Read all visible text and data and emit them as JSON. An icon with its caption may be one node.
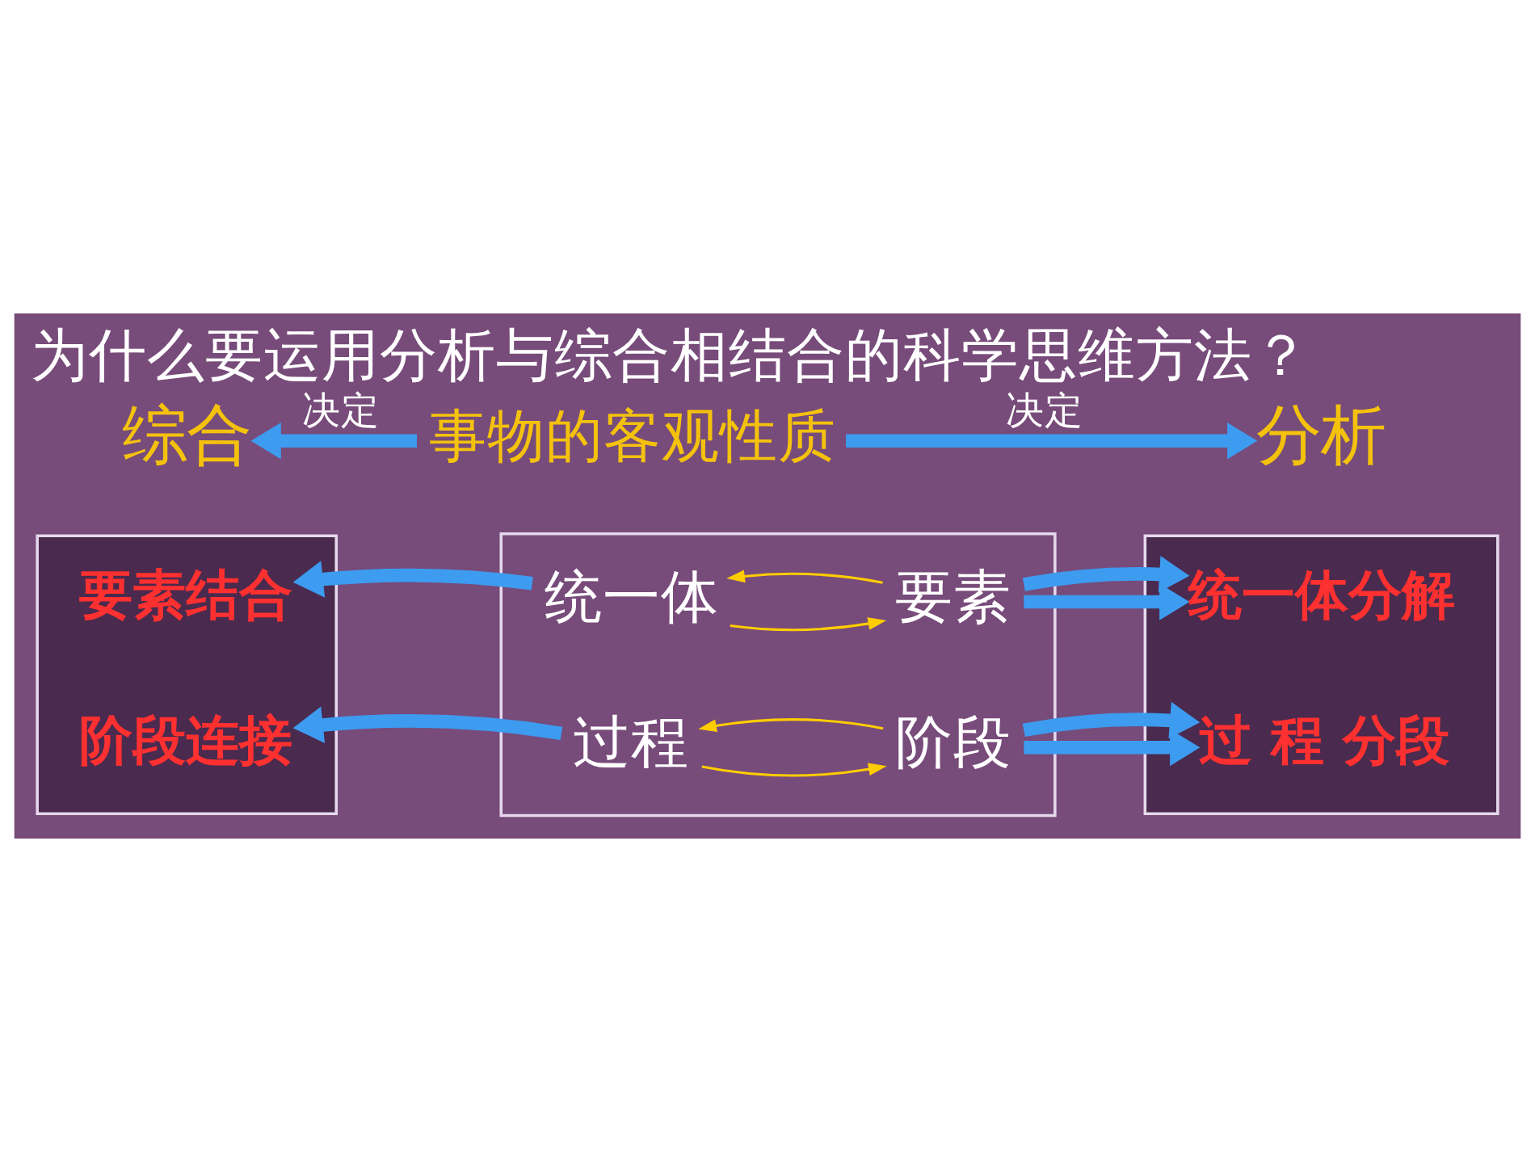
{
  "diagram": {
    "title": "为什么要运用分析与综合相结合的科学思维方法？",
    "nodes": [
      {
        "text": [
          "综合"
        ]
      },
      {
        "text": [
          "事物的客观性质"
        ]
      },
      {
        "text": [
          "分析"
        ]
      },
      {
        "text": [],
        "shape": "box"
      },
      {
        "text": [
          "要素结合"
        ],
        "in": 3
      },
      {
        "text": [
          "阶段连接"
        ],
        "in": 3
      },
      {
        "text": [],
        "shape": "box"
      },
      {
        "text": [
          "统一体"
        ],
        "in": 6
      },
      {
        "text": [
          "要素"
        ],
        "in": 6
      },
      {
        "text": [
          "过程"
        ],
        "in": 6
      },
      {
        "text": [
          "阶段"
        ],
        "in": 6
      },
      {
        "text": [],
        "shape": "box"
      },
      {
        "text": [
          "统一体分解"
        ],
        "in": 11
      },
      {
        "text": [
          "过 程 分段"
        ],
        "in": 11
      }
    ],
    "edges": [
      {
        "from": 1,
        "to": 0,
        "arrow": "to",
        "label": "决定"
      },
      {
        "from": 1,
        "to": 2,
        "arrow": "to",
        "label": "决定"
      },
      {
        "from": 7,
        "to": 4,
        "arrow": "to"
      },
      {
        "from": 9,
        "to": 5,
        "arrow": "to"
      },
      {
        "from": 8,
        "to": 12,
        "arrow": "to"
      },
      {
        "from": 10,
        "to": 13,
        "arrow": "to"
      },
      {
        "from": 7,
        "to": 8,
        "arrow": "to",
        "color": "#ffcc00"
      },
      {
        "from": 8,
        "to": 7,
        "arrow": "to",
        "color": "#ffcc00"
      },
      {
        "from": 9,
        "to": 10,
        "arrow": "to",
        "color": "#ffcc00"
      },
      {
        "from": 10,
        "to": 9,
        "arrow": "to",
        "color": "#ffcc00"
      }
    ]
  }
}
